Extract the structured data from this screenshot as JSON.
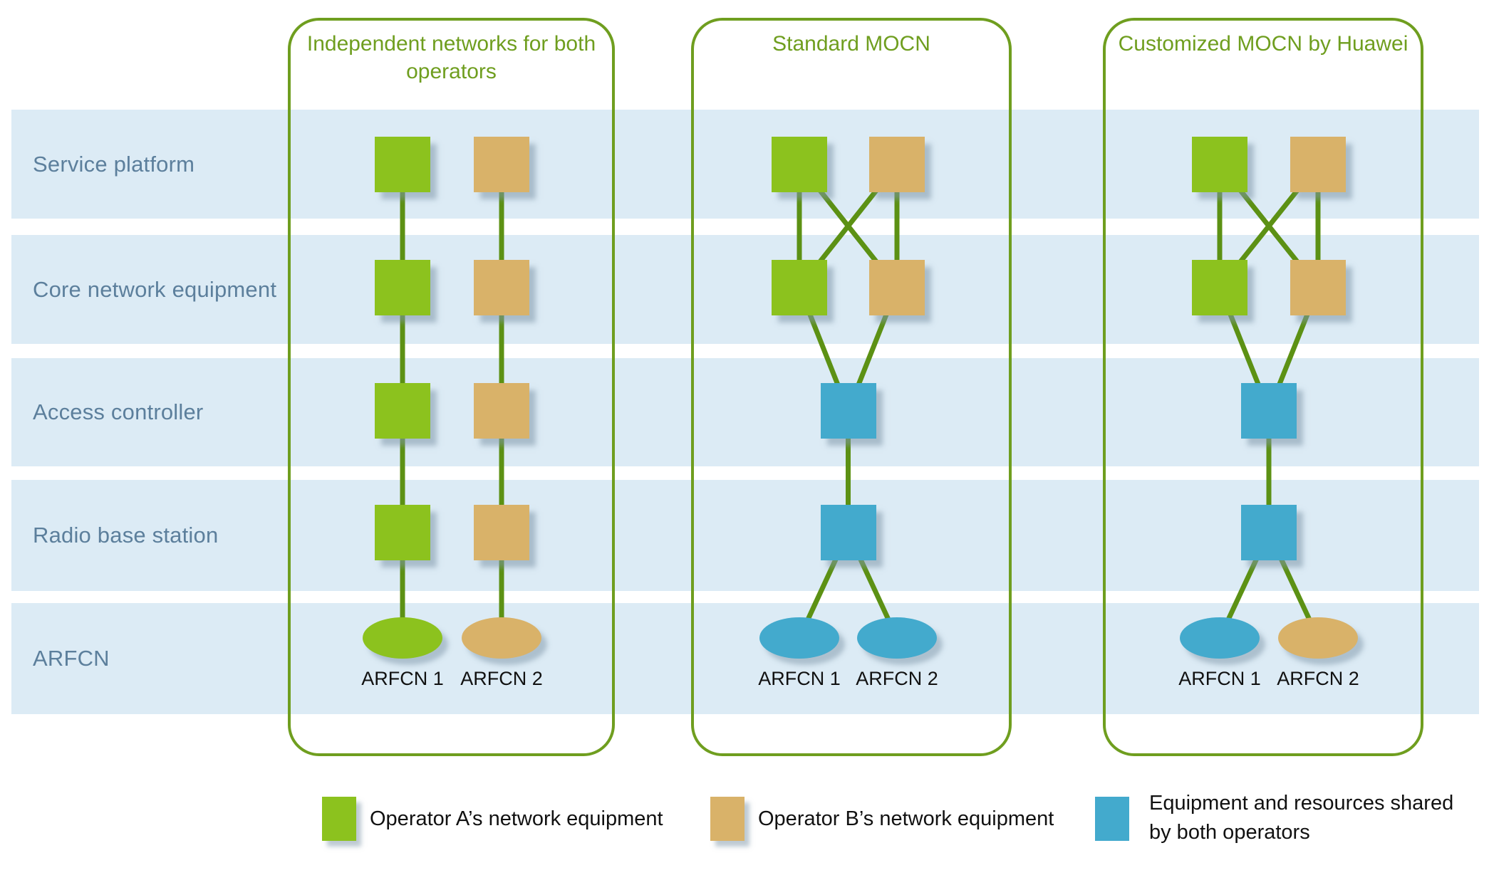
{
  "rows": [
    {
      "label": "Service platform"
    },
    {
      "label": "Core network equipment"
    },
    {
      "label": "Access controller"
    },
    {
      "label": "Radio base station"
    },
    {
      "label": "ARFCN"
    }
  ],
  "panels": [
    {
      "key": "independent",
      "title": "Independent networks for both\noperators",
      "nodes": [
        {
          "id": "sp-a",
          "row": 0,
          "col": "A",
          "shape": "square",
          "color": "operator_a"
        },
        {
          "id": "sp-b",
          "row": 0,
          "col": "B",
          "shape": "square",
          "color": "operator_b"
        },
        {
          "id": "cn-a",
          "row": 1,
          "col": "A",
          "shape": "square",
          "color": "operator_a"
        },
        {
          "id": "cn-b",
          "row": 1,
          "col": "B",
          "shape": "square",
          "color": "operator_b"
        },
        {
          "id": "ac-a",
          "row": 2,
          "col": "A",
          "shape": "square",
          "color": "operator_a"
        },
        {
          "id": "ac-b",
          "row": 2,
          "col": "B",
          "shape": "square",
          "color": "operator_b"
        },
        {
          "id": "rbs-a",
          "row": 3,
          "col": "A",
          "shape": "square",
          "color": "operator_a"
        },
        {
          "id": "rbs-b",
          "row": 3,
          "col": "B",
          "shape": "square",
          "color": "operator_b"
        },
        {
          "id": "arfcn-1",
          "row": 4,
          "col": "A",
          "shape": "ellipse",
          "color": "operator_a",
          "label": "ARFCN 1"
        },
        {
          "id": "arfcn-2",
          "row": 4,
          "col": "B",
          "shape": "ellipse",
          "color": "operator_b",
          "label": "ARFCN 2"
        }
      ],
      "edges": [
        [
          "sp-a",
          "cn-a"
        ],
        [
          "cn-a",
          "ac-a"
        ],
        [
          "ac-a",
          "rbs-a"
        ],
        [
          "rbs-a",
          "arfcn-1"
        ],
        [
          "sp-b",
          "cn-b"
        ],
        [
          "cn-b",
          "ac-b"
        ],
        [
          "ac-b",
          "rbs-b"
        ],
        [
          "rbs-b",
          "arfcn-2"
        ]
      ]
    },
    {
      "key": "standard-mocn",
      "title": "Standard MOCN",
      "nodes": [
        {
          "id": "sp-a",
          "row": 0,
          "col": "A",
          "shape": "square",
          "color": "operator_a"
        },
        {
          "id": "sp-b",
          "row": 0,
          "col": "B",
          "shape": "square",
          "color": "operator_b"
        },
        {
          "id": "cn-a",
          "row": 1,
          "col": "A",
          "shape": "square",
          "color": "operator_a"
        },
        {
          "id": "cn-b",
          "row": 1,
          "col": "B",
          "shape": "square",
          "color": "operator_b"
        },
        {
          "id": "ac",
          "row": 2,
          "col": "C",
          "shape": "square",
          "color": "shared"
        },
        {
          "id": "rbs",
          "row": 3,
          "col": "C",
          "shape": "square",
          "color": "shared"
        },
        {
          "id": "arfcn-1",
          "row": 4,
          "col": "A",
          "shape": "ellipse",
          "color": "shared",
          "label": "ARFCN 1"
        },
        {
          "id": "arfcn-2",
          "row": 4,
          "col": "B",
          "shape": "ellipse",
          "color": "shared",
          "label": "ARFCN 2"
        }
      ],
      "edges": [
        [
          "sp-a",
          "cn-a"
        ],
        [
          "sp-a",
          "cn-b"
        ],
        [
          "sp-b",
          "cn-a"
        ],
        [
          "sp-b",
          "cn-b"
        ],
        [
          "cn-a",
          "ac"
        ],
        [
          "cn-b",
          "ac"
        ],
        [
          "ac",
          "rbs"
        ],
        [
          "rbs",
          "arfcn-1"
        ],
        [
          "rbs",
          "arfcn-2"
        ]
      ]
    },
    {
      "key": "customized-mocn",
      "title": "Customized MOCN by Huawei",
      "nodes": [
        {
          "id": "sp-a",
          "row": 0,
          "col": "A",
          "shape": "square",
          "color": "operator_a"
        },
        {
          "id": "sp-b",
          "row": 0,
          "col": "B",
          "shape": "square",
          "color": "operator_b"
        },
        {
          "id": "cn-a",
          "row": 1,
          "col": "A",
          "shape": "square",
          "color": "operator_a"
        },
        {
          "id": "cn-b",
          "row": 1,
          "col": "B",
          "shape": "square",
          "color": "operator_b"
        },
        {
          "id": "ac",
          "row": 2,
          "col": "C",
          "shape": "square",
          "color": "shared"
        },
        {
          "id": "rbs",
          "row": 3,
          "col": "C",
          "shape": "square",
          "color": "shared"
        },
        {
          "id": "arfcn-1",
          "row": 4,
          "col": "A",
          "shape": "ellipse",
          "color": "shared",
          "label": "ARFCN 1"
        },
        {
          "id": "arfcn-2",
          "row": 4,
          "col": "B",
          "shape": "ellipse",
          "color": "operator_b",
          "label": "ARFCN 2"
        }
      ],
      "edges": [
        [
          "sp-a",
          "cn-a"
        ],
        [
          "sp-a",
          "cn-b"
        ],
        [
          "sp-b",
          "cn-a"
        ],
        [
          "sp-b",
          "cn-b"
        ],
        [
          "cn-a",
          "ac"
        ],
        [
          "cn-b",
          "ac"
        ],
        [
          "ac",
          "rbs"
        ],
        [
          "rbs",
          "arfcn-1"
        ],
        [
          "rbs",
          "arfcn-2"
        ]
      ]
    }
  ],
  "legend": [
    {
      "color": "operator_a",
      "label": "Operator A’s network equipment"
    },
    {
      "color": "operator_b",
      "label": "Operator B’s network equipment"
    },
    {
      "color": "shared",
      "label": "Equipment and resources shared\nby both operators"
    }
  ],
  "colors": {
    "operator_a": "#8cc21e",
    "operator_b": "#d9b269",
    "shared": "#43aacd",
    "band": "#dcebf5",
    "row_label": "#5c7f9c",
    "panel_green": "#6f9e1f",
    "connector_green": "#5c9114",
    "label_text": "#111111"
  }
}
